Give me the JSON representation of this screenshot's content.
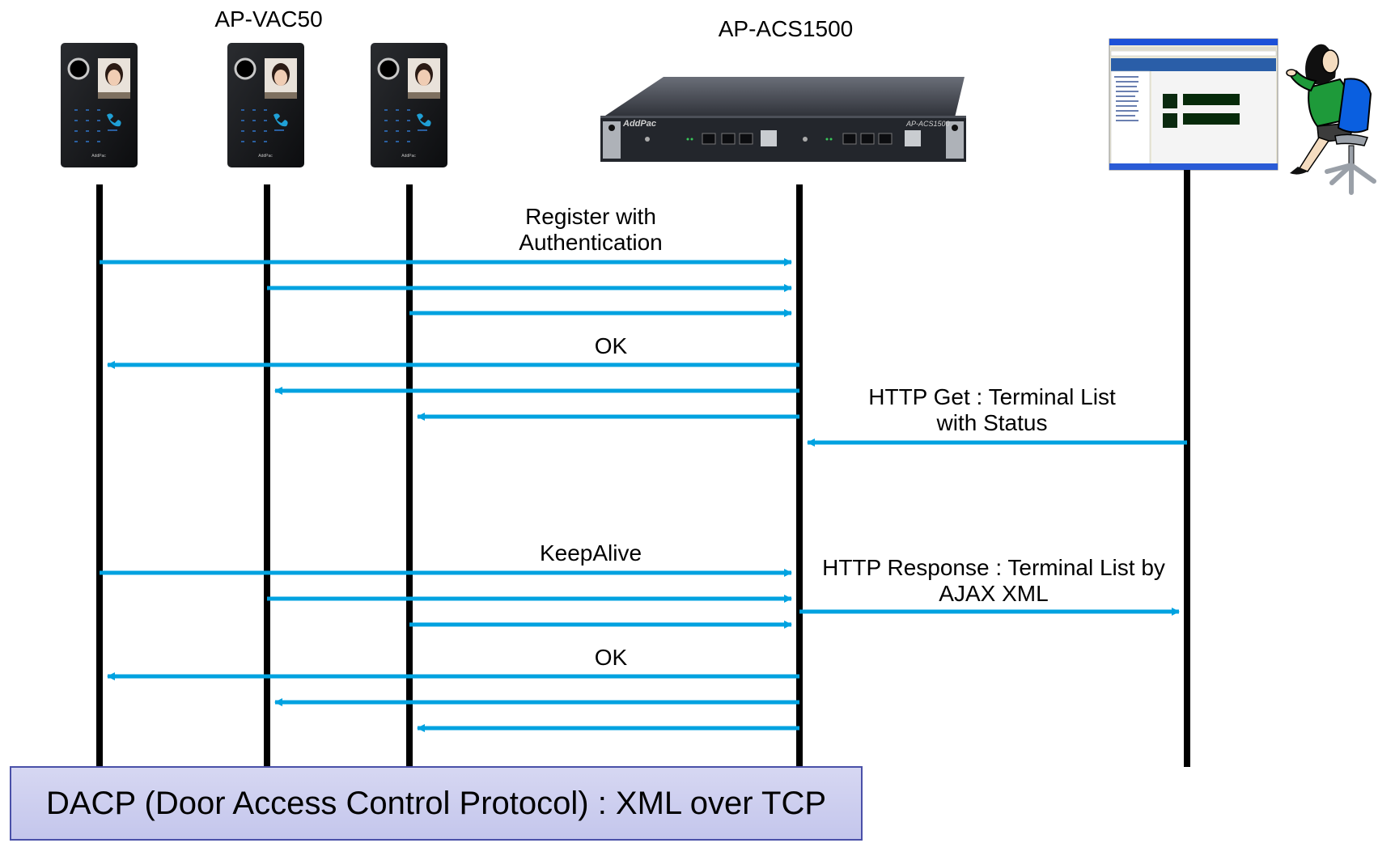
{
  "devices": {
    "terminal_model": "AP-VAC50",
    "server_model": "AP-ACS1500",
    "terminal_brand": "AddPac",
    "server_brand": "AddPac",
    "server_front_label": "AP-ACS1500"
  },
  "messages": {
    "register": "Register with Authentication",
    "ok_1": "OK",
    "http_get": "HTTP Get : Terminal List with Status",
    "keepalive": "KeepAlive",
    "http_response": "HTTP Response : Terminal List by AJAX XML",
    "ok_2": "OK"
  },
  "footer": {
    "protocol": "DACP (Door Access Control Protocol) : XML over TCP"
  },
  "colors": {
    "arrow": "#00a2e0",
    "lifeline": "#000000",
    "banner_fill": "#cfd1f0",
    "banner_border": "#4a50a8",
    "person_shirt": "#1e9a3a",
    "chair": "#0a5fe0"
  }
}
